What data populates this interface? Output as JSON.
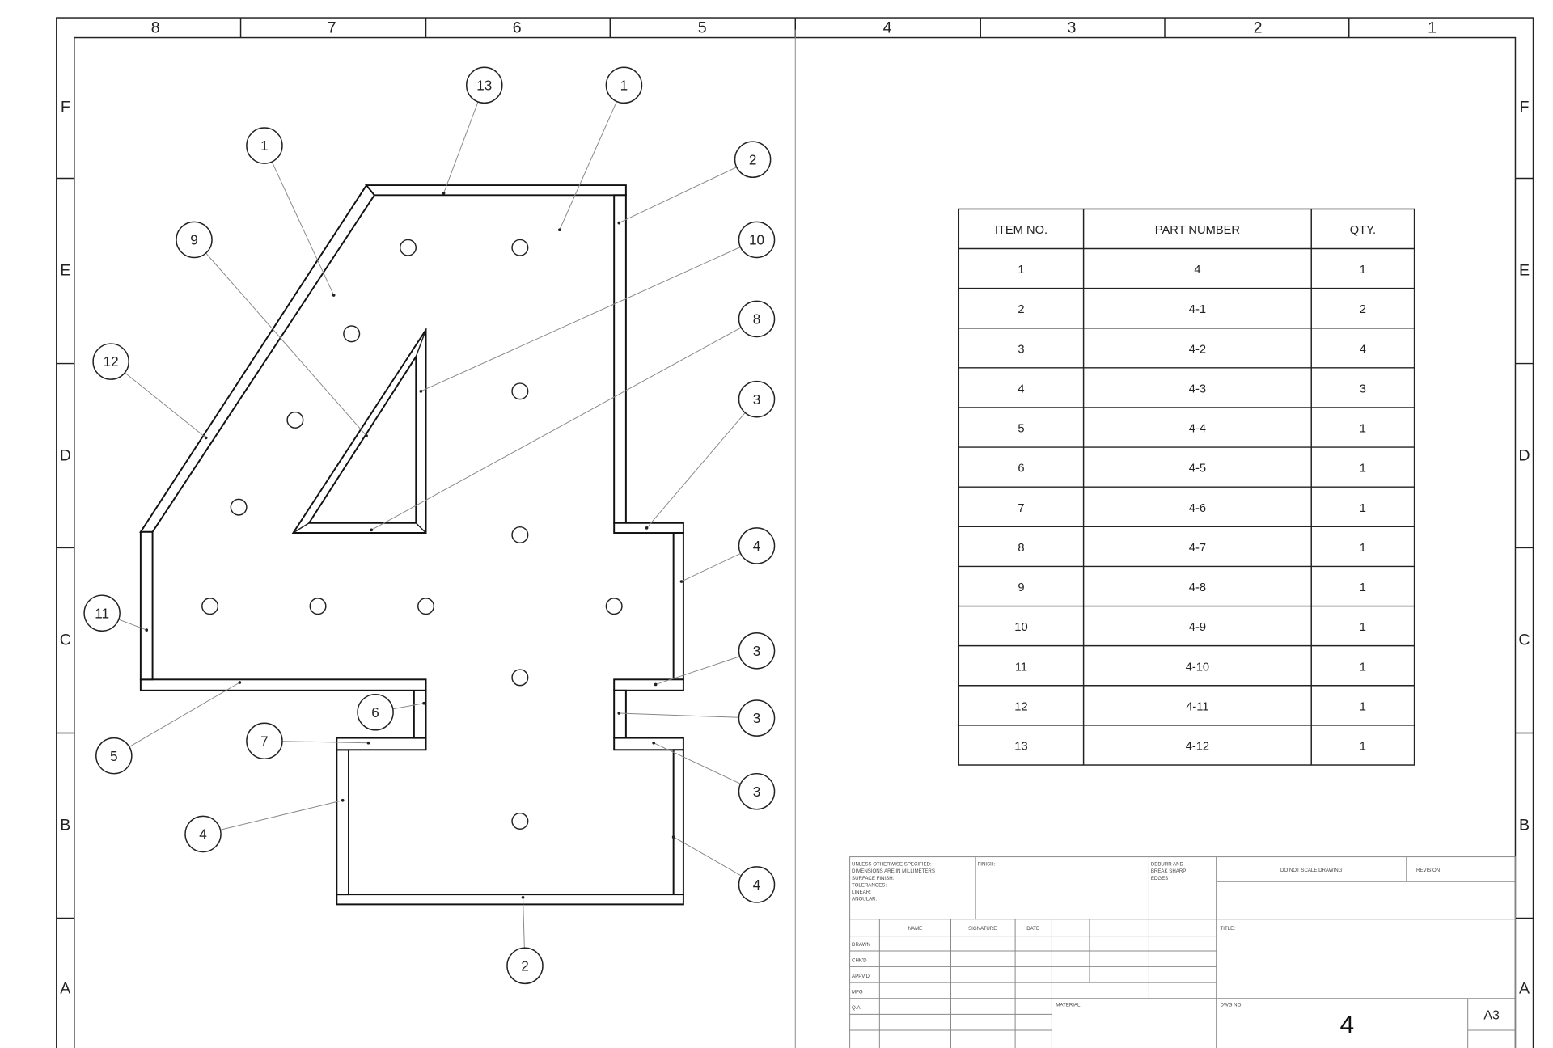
{
  "zones_top": [
    "8",
    "7",
    "6",
    "5",
    "4",
    "3",
    "2",
    "1"
  ],
  "zones_side": [
    "F",
    "E",
    "D",
    "C",
    "B",
    "A"
  ],
  "balloons": [
    "13",
    "1",
    "2",
    "1",
    "10",
    "9",
    "8",
    "12",
    "3",
    "4",
    "11",
    "3",
    "6",
    "3",
    "7",
    "5",
    "3",
    "4",
    "4",
    "2"
  ],
  "bom": {
    "headers": [
      "ITEM NO.",
      "PART NUMBER",
      "QTY."
    ],
    "rows": [
      [
        "1",
        "4",
        "1"
      ],
      [
        "2",
        "4-1",
        "2"
      ],
      [
        "3",
        "4-2",
        "4"
      ],
      [
        "4",
        "4-3",
        "3"
      ],
      [
        "5",
        "4-4",
        "1"
      ],
      [
        "6",
        "4-5",
        "1"
      ],
      [
        "7",
        "4-6",
        "1"
      ],
      [
        "8",
        "4-7",
        "1"
      ],
      [
        "9",
        "4-8",
        "1"
      ],
      [
        "10",
        "4-9",
        "1"
      ],
      [
        "11",
        "4-10",
        "1"
      ],
      [
        "12",
        "4-11",
        "1"
      ],
      [
        "13",
        "4-12",
        "1"
      ]
    ]
  },
  "title_block": {
    "notes": [
      "UNLESS OTHERWISE SPECIFIED:",
      "DIMENSIONS ARE IN MILLIMETERS",
      "SURFACE FINISH:",
      "TOLERANCES:",
      "  LINEAR:",
      "  ANGULAR:"
    ],
    "finish": "FINISH:",
    "deburr": [
      "DEBURR AND",
      "BREAK SHARP",
      "EDGES"
    ],
    "do_not_scale": "DO NOT SCALE DRAWING",
    "revision": "REVISION",
    "name": "NAME",
    "signature": "SIGNATURE",
    "date": "DATE",
    "roles": [
      "DRAWN",
      "CHK'D",
      "APPV'D",
      "MFG",
      "Q.A"
    ],
    "title": "TITLE:",
    "material": "MATERIAL:",
    "dwg_no_label": "DWG NO.",
    "dwg_no": "4",
    "size": "A3"
  }
}
